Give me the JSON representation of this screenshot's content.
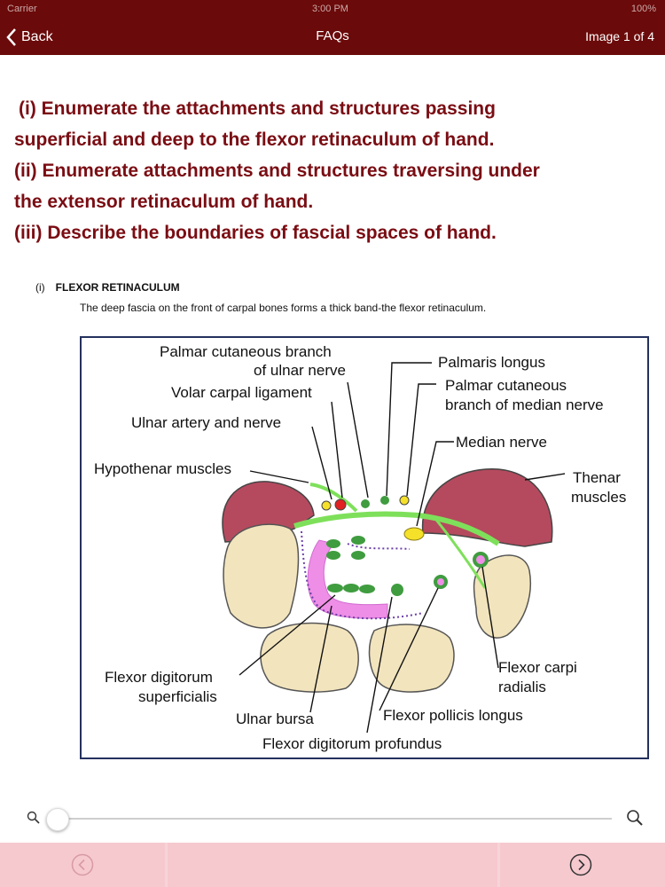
{
  "status": {
    "carrier": "Carrier",
    "time": "3:00 PM",
    "battery": "100%"
  },
  "nav": {
    "back_label": "Back",
    "title": "FAQs",
    "image_counter": "Image 1 of 4"
  },
  "question": {
    "line1": "(i)  Enumerate the attachments and structures passing",
    "line2": "superficial and deep to the flexor retinaculum of hand.",
    "line3": "(ii)  Enumerate attachments and structures traversing under",
    "line4": "the extensor retinaculum of hand.",
    "line5": "(iii) Describe the boundaries of fascial spaces of hand."
  },
  "section": {
    "number": "(i)",
    "heading": "FLEXOR RETINACULUM",
    "text": "The deep fascia on the front of carpal bones forms a thick band-the flexor retinaculum."
  },
  "figure": {
    "labels": {
      "palmar_cut_ulnar_1": "Palmar cutaneous branch",
      "palmar_cut_ulnar_2": "of ulnar nerve",
      "volar": "Volar carpal ligament",
      "ulnar_artery": "Ulnar artery and nerve",
      "hypothenar": "Hypothenar muscles",
      "palmaris": "Palmaris longus",
      "palmar_cut_median_1": "Palmar cutaneous",
      "palmar_cut_median_2": "branch of median nerve",
      "median": "Median nerve",
      "thenar_1": "Thenar",
      "thenar_2": "muscles",
      "fds_1": "Flexor digitorum",
      "fds_2": "superficialis",
      "ulnar_bursa": "Ulnar bursa",
      "fpl": "Flexor pollicis longus",
      "fdp": "Flexor digitorum profundus",
      "fcr_1": "Flexor carpi",
      "fcr_2": "radialis"
    },
    "colors": {
      "muscle": "#b54a5e",
      "bone": "#f2e4bd",
      "nerve": "#7ee05a",
      "tendon": "#3f9c3f",
      "bursa": "#ee8ee6",
      "border": "#24315e"
    }
  },
  "zoom": {
    "level": 0
  }
}
